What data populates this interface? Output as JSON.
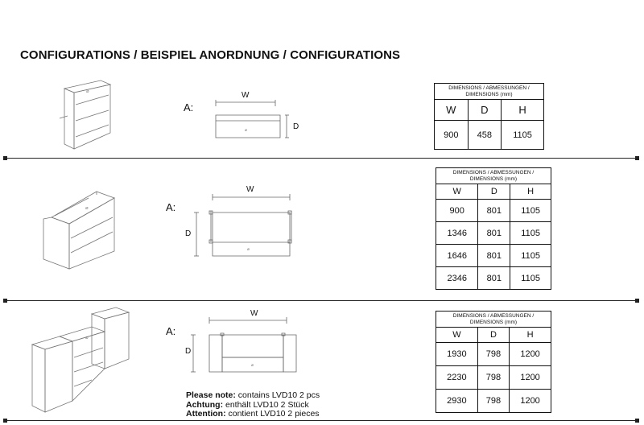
{
  "title": "CONFIGURATIONS / BEISPIEL ANORDNUNG / CONFIGURATIONS",
  "configs": [
    {
      "label": "A:",
      "plan_w": "W",
      "plan_d": "D",
      "table": {
        "header": "DIMENSIONS / ABMESSUNGEN / DIMENSIONS (mm)",
        "columns": [
          "W",
          "D",
          "H"
        ],
        "rows": [
          [
            "900",
            "458",
            "1105"
          ]
        ]
      }
    },
    {
      "label": "A:",
      "plan_w": "W",
      "plan_d": "D",
      "table": {
        "header": "DIMENSIONS / ABMESSUNGEN / DIMENSIONS (mm)",
        "columns": [
          "W",
          "D",
          "H"
        ],
        "rows": [
          [
            "900",
            "801",
            "1105"
          ],
          [
            "1346",
            "801",
            "1105"
          ],
          [
            "1646",
            "801",
            "1105"
          ],
          [
            "2346",
            "801",
            "1105"
          ]
        ]
      }
    },
    {
      "label": "A:",
      "plan_w": "W",
      "plan_d": "D",
      "table": {
        "header": "DIMENSIONS / ABMESSUNGEN / DIMENSIONS (mm)",
        "columns": [
          "W",
          "D",
          "H"
        ],
        "rows": [
          [
            "1930",
            "798",
            "1200"
          ],
          [
            "2230",
            "798",
            "1200"
          ],
          [
            "2930",
            "798",
            "1200"
          ]
        ]
      }
    }
  ],
  "notes": [
    {
      "bold": "Please note:",
      "text": " contains LVD10 2 pcs"
    },
    {
      "bold": "Achtung:",
      "text": " enthält LVD10 2 Stück"
    },
    {
      "bold": "Attention:",
      "text": " contient LVD10 2 pieces"
    }
  ]
}
